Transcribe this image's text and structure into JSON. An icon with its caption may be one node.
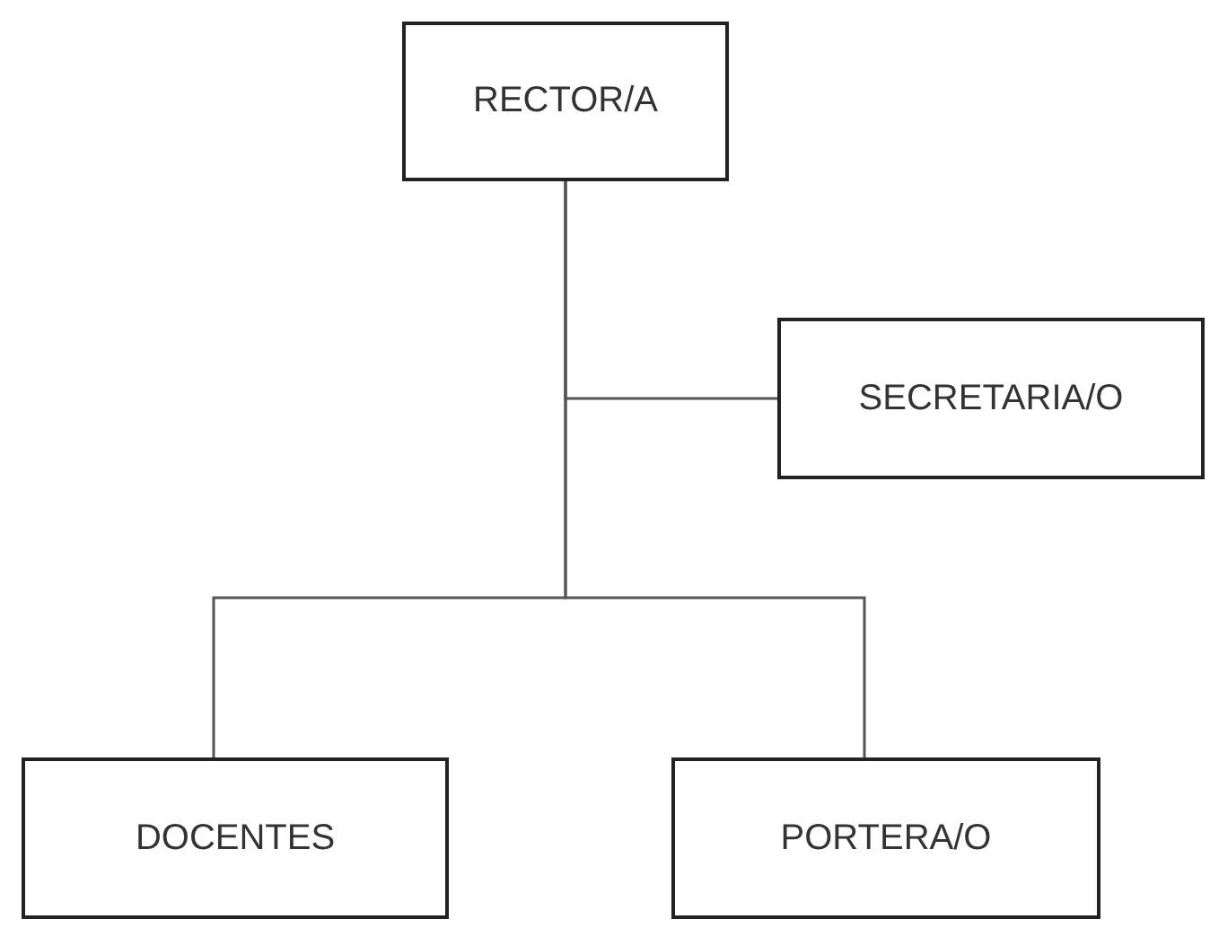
{
  "diagram": {
    "nodes": [
      {
        "text": [
          "RECTOR/A"
        ]
      },
      {
        "text": [
          "SECRETARIA/O"
        ]
      },
      {
        "text": [
          "DOCENTES"
        ]
      },
      {
        "text": [
          "PORTERA/O"
        ]
      }
    ],
    "edges": [
      {
        "from": 0,
        "to": 1,
        "arrow": "none"
      },
      {
        "from": 0,
        "to": 2,
        "arrow": "none"
      },
      {
        "from": 0,
        "to": 3,
        "arrow": "none"
      }
    ]
  }
}
